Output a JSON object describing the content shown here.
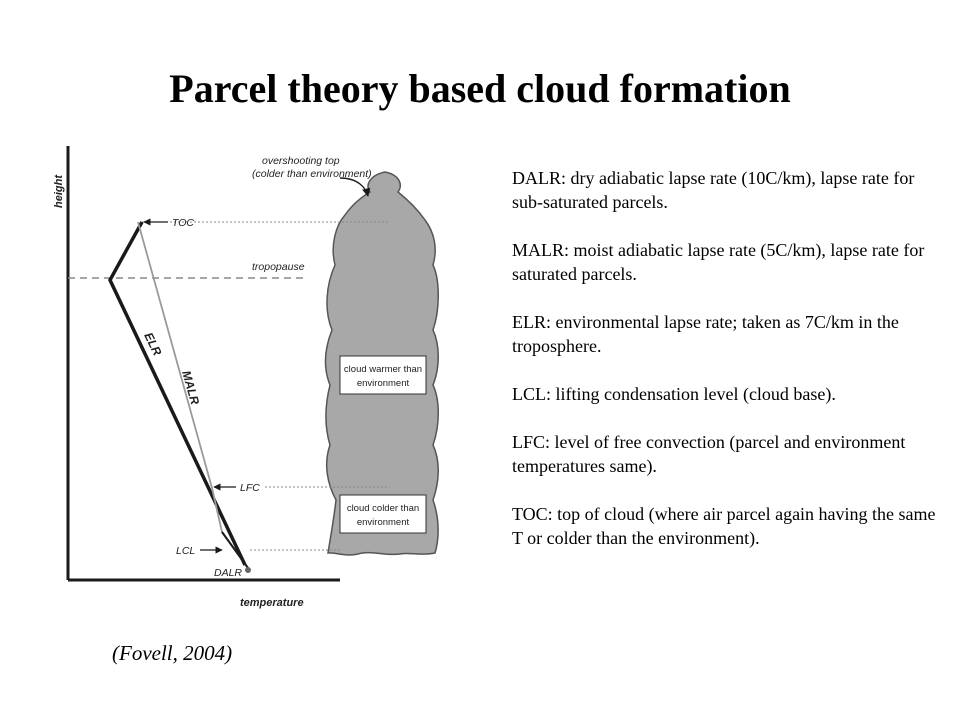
{
  "slide": {
    "title": "Parcel theory based cloud formation"
  },
  "figure": {
    "axes": {
      "y_label": "height",
      "x_label": "temperature"
    },
    "curve_labels": {
      "elr": "ELR",
      "malr": "MALR",
      "dalr": "DALR"
    },
    "level_labels": {
      "toc": "TOC",
      "tropopause": "tropopause",
      "lfc": "LFC",
      "lcl": "LCL"
    },
    "callout_lines": [
      "overshooting top",
      "(colder than environment)"
    ],
    "box_upper_lines": [
      "cloud warmer than",
      "environment"
    ],
    "box_lower_lines": [
      "cloud colder than",
      "environment"
    ],
    "colors": {
      "cloud_fill": "#a8a8a8",
      "cloud_stroke": "#555555",
      "line": "#1a1a1a",
      "guide": "#888888"
    }
  },
  "citation": "(Fovell, 2004)",
  "definitions": [
    {
      "text": "DALR: dry adiabatic lapse rate (10C/km), lapse rate for sub-saturated parcels."
    },
    {
      "text": "MALR: moist adiabatic lapse rate (5C/km), lapse rate for saturated parcels."
    },
    {
      "text": "ELR: environmental lapse rate; taken as 7C/km in the troposphere."
    },
    {
      "text": "LCL: lifting condensation level (cloud base)."
    },
    {
      "text": "LFC: level of free convection (parcel and environment temperatures same)."
    },
    {
      "text": "TOC: top of cloud (where air parcel again having the same T or colder than the environment)."
    }
  ]
}
